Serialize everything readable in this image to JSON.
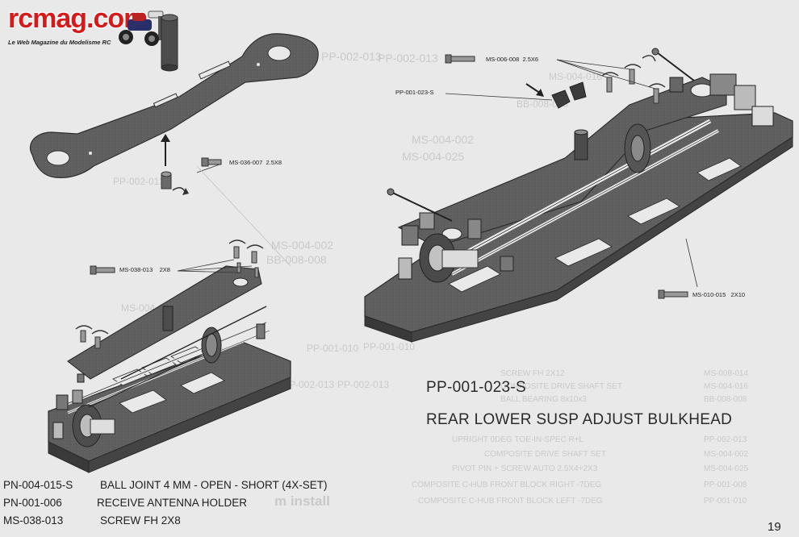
{
  "logo": {
    "name": "rcmag.com",
    "tagline": "Le Web Magazine du Modelisme RC"
  },
  "callouts": {
    "top_screw": {
      "code": "MS-006-008",
      "size": "2.5X6"
    },
    "bulkhead": {
      "code": "PP-001-023-S"
    },
    "antenna_screw": {
      "code": "MS-036-007",
      "size": "2.5X8"
    },
    "left_screw": {
      "code": "MS-038-013",
      "size": "2X8"
    },
    "right_screw": {
      "code": "MS-010-015",
      "size": "2X10"
    }
  },
  "ghost_text": {
    "codes": [
      "PP-002-013",
      "PP-002-013",
      "MS-004-016",
      "BB-008-008",
      "MS-004-002",
      "MS-004-025",
      "PP-002-013",
      "MS-004-002",
      "BB-008-008",
      "MS-004-016",
      "PP-001-010",
      "PP-001-010",
      "PP-002-013",
      "PP-002-013"
    ],
    "table_codes": [
      "MS-008-014",
      "MS-004-016",
      "BB-008-008",
      "PP-002-013",
      "MS-004-002",
      "MS-004-025",
      "PP-001-008",
      "PP-001-010"
    ],
    "table_desc": [
      "SCREW FH 2X12",
      "COMPOSITE DRIVE SHAFT SET",
      "BALL BEARING 8x10x3",
      "UPRIGHT 0DEG TOE-IN-SPEC R+L",
      "COMPOSITE DRIVE SHAFT SET",
      "PIVOT PIN + SCREW AUTO 2.5X4+2X3",
      "COMPOSITE C-HUB FRONT BLOCK RIGHT -7DEG",
      "COMPOSITE C-HUB FRONT BLOCK LEFT -7DEG"
    ],
    "install": "m install"
  },
  "title": {
    "code": "PP-001-023-S",
    "name": "REAR LOWER SUSP ADJUST BULKHEAD"
  },
  "parts": [
    {
      "code": "PN-004-015-S",
      "desc": "BALL JOINT 4 MM - OPEN - SHORT (4X-SET)"
    },
    {
      "code": "PN-001-006",
      "desc": "RECEIVE ANTENNA HOLDER"
    },
    {
      "code": "MS-038-013",
      "desc": "SCREW FH 2X8"
    }
  ],
  "page_number": "19",
  "colors": {
    "logo_red": "#d8191a",
    "page_bg": "#e9e9e9",
    "chassis": "#5b5b5b",
    "chassis_dark": "#3a3a3a",
    "ghost": "#c9c9c9"
  }
}
